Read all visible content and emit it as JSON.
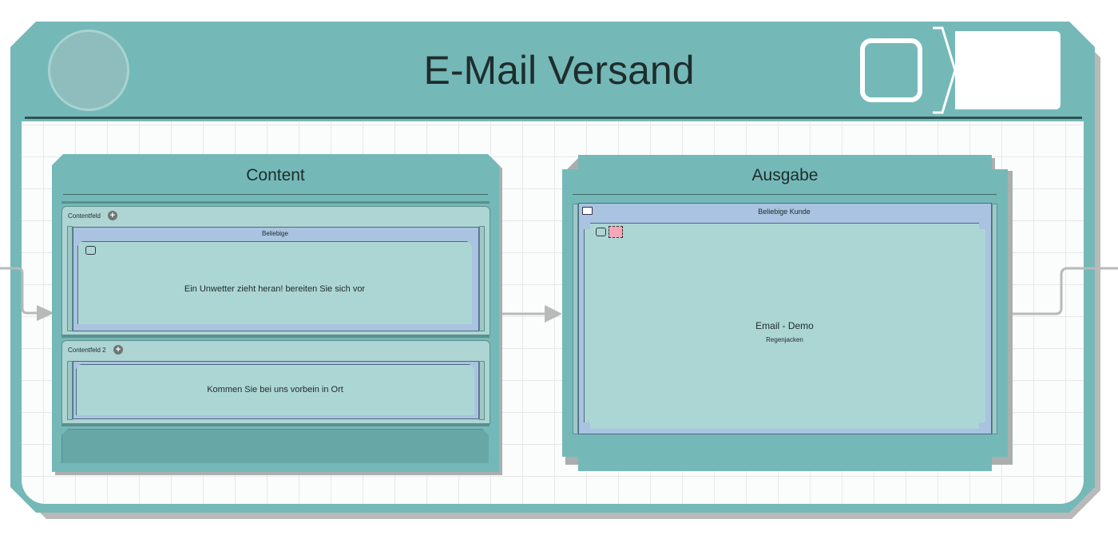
{
  "app": {
    "title": "E-Mail Versand"
  },
  "content_panel": {
    "title": "Content",
    "fields": [
      {
        "label": "Contentfeld",
        "header": "Beliebige",
        "text": "Ein Unwetter zieht heran! bereiten Sie sich vor"
      },
      {
        "label": "Contentfeld 2",
        "text": "Kommen Sie bei uns vorbein in Ort"
      }
    ]
  },
  "output_panel": {
    "title": "Ausgabe",
    "header": "Beliebige Kunde",
    "main_text": "Email - Demo",
    "sub_text": "Regenjacken"
  },
  "colors": {
    "frame": "#74b9b8",
    "field": "#aed5d3",
    "header_blue": "#a9c3e0",
    "selection_pink": "#f4a7b6"
  },
  "icons": {
    "add": "plus-circle-icon",
    "window": "window-icon",
    "status": "circle-icon"
  }
}
